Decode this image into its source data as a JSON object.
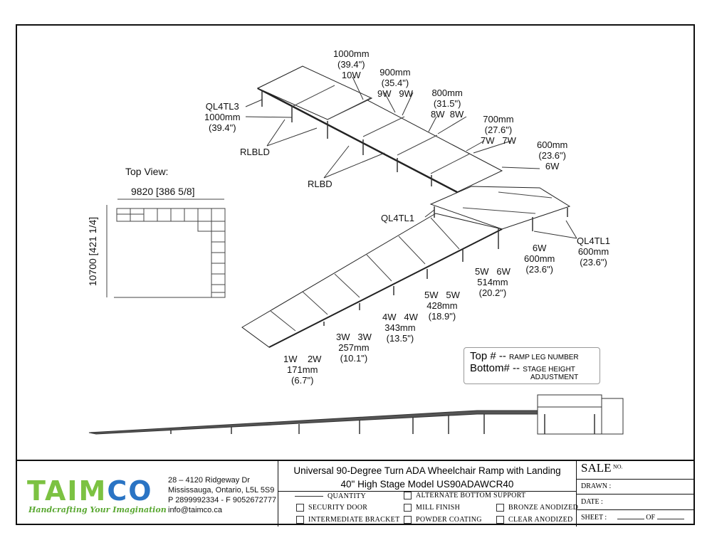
{
  "top_view": {
    "title": "Top View:",
    "width_dim": "9820 [386 5/8]",
    "height_dim": "10700 [421 1/4]"
  },
  "labels": {
    "l1000": "1000mm\n(39.4\")\n10W",
    "l900": "900mm\n(35.4\")\n9W   9W",
    "l800": "800mm\n(31.5\")\n8W  8W",
    "l700": "700mm\n(27.6\")\n7W   7W",
    "l600": "600mm\n(23.6\")\n6W",
    "ql4tl3": "QL4TL3\n1000mm\n(39.4\")",
    "rlbld": "RLBLD",
    "rlbd": "RLBD",
    "ql4tl1a": "QL4TL1",
    "ql4tl1b": "QL4TL1\n600mm\n(23.6\")",
    "l600b": "6W\n600mm\n(23.6\")",
    "l514": "5W   6W\n514mm\n(20.2\")",
    "l428": "5W   5W\n428mm\n(18.9\")",
    "l343": "4W   4W\n343mm\n(13.5\")",
    "l257": "3W   3W\n257mm\n(10.1\")",
    "l171": "1W    2W\n171mm\n(6.7\")"
  },
  "legend": {
    "top": "Top # --",
    "top_desc": "RAMP LEG NUMBER",
    "bottom": "Bottom# --",
    "bottom_desc1": "STAGE HEIGHT",
    "bottom_desc2": "ADJUSTMENT"
  },
  "company": {
    "logo_a": "TAIM",
    "logo_b": "CO",
    "tagline": "Handcrafting Your Imagination",
    "address1": "28 – 4120 Ridgeway Dr",
    "address2": "Mississauga, Ontario, L5L 5S9",
    "phone": "P 2899992334 - F 9052672777",
    "email": "info@taimco.ca"
  },
  "title": {
    "line1": "Universal 90-Degree Turn ADA Wheelchair Ramp with Landing",
    "line2": "40\" High Stage Model US90ADAWCR40"
  },
  "options": {
    "quantity": "QUANTITY",
    "security_door": "SECURITY DOOR",
    "intermediate_bracket": "INTERMEDIATE BRACKET",
    "alternate_bottom": "ALTERNATE BOTTOM SUPPORT",
    "mill_finish": "MILL FINISH",
    "powder_coating": "POWDER COATING",
    "bronze": "BRONZE ANODIZED",
    "clear": "CLEAR ANODIZED"
  },
  "info": {
    "sale": "SALE",
    "sale_no": "NO.",
    "drawn": "DRAWN :",
    "date": "DATE :",
    "sheet": "SHEET :",
    "of": "OF"
  },
  "colors": {
    "logo_green": "#7cc242",
    "logo_blue": "#2a74c4"
  }
}
